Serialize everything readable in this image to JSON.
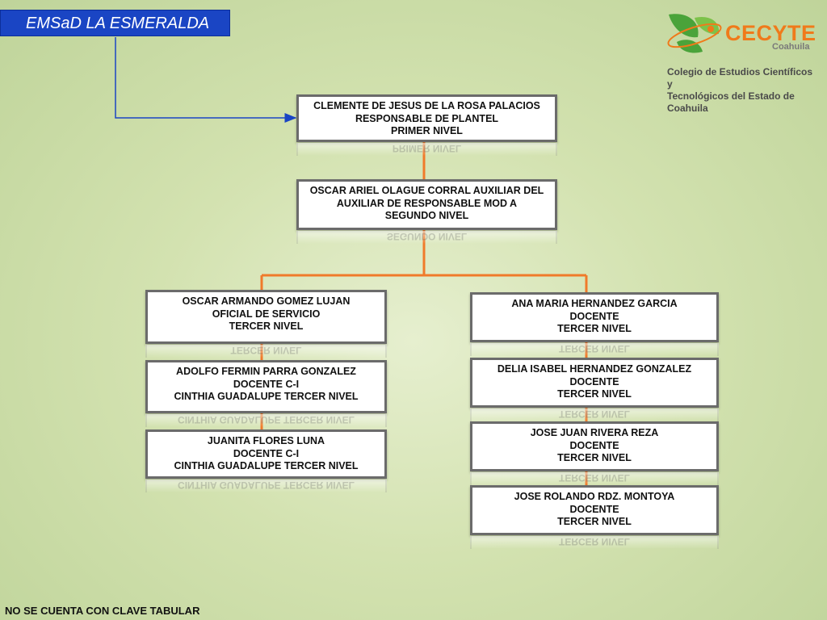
{
  "header": {
    "title": "EMSaD LA ESMERALDA"
  },
  "logo": {
    "brand": "CECYTE",
    "sub": "Coahuila",
    "desc_line1": "Colegio de Estudios Científicos y",
    "desc_line2": "Tecnológicos del Estado de Coahuila",
    "colors": {
      "orange": "#f07a1a",
      "green": "#4aa33a",
      "gray": "#7a7a7a"
    },
    "icon": "leaf-swoosh-icon"
  },
  "nodes": {
    "primer": [
      "CLEMENTE DE JESUS DE LA ROSA PALACIOS",
      "RESPONSABLE DE PLANTEL",
      "PRIMER NIVEL"
    ],
    "segundo": [
      "OSCAR ARIEL OLAGUE CORRAL AUXILIAR DEL",
      "AUXILIAR DE RESPONSABLE MOD A",
      "SEGUNDO NIVEL"
    ],
    "left": [
      [
        "OSCAR ARMANDO GOMEZ LUJAN",
        "OFICIAL DE SERVICIO",
        "TERCER NIVEL"
      ],
      [
        "ADOLFO FERMIN PARRA GONZALEZ",
        "DOCENTE C-I",
        "CINTHIA GUADALUPE TERCER NIVEL"
      ],
      [
        "JUANITA FLORES LUNA",
        "DOCENTE C-I",
        "CINTHIA GUADALUPE TERCER NIVEL"
      ]
    ],
    "right": [
      [
        "ANA MARIA HERNANDEZ GARCIA",
        "DOCENTE",
        "TERCER NIVEL"
      ],
      [
        "DELIA ISABEL HERNANDEZ GONZALEZ",
        "DOCENTE",
        "TERCER NIVEL"
      ],
      [
        "JOSE JUAN RIVERA REZA",
        "DOCENTE",
        "TERCER NIVEL"
      ],
      [
        "JOSE ROLANDO RDZ. MONTOYA",
        "DOCENTE",
        "TERCER NIVEL"
      ]
    ]
  },
  "footer": {
    "note": "NO SE CUENTA CON CLAVE TABULAR"
  },
  "colors": {
    "connector": "#f07a2a",
    "title_bg": "#1a45c4",
    "arrow": "#1a45c4",
    "node_border": "#6b6b6b"
  }
}
